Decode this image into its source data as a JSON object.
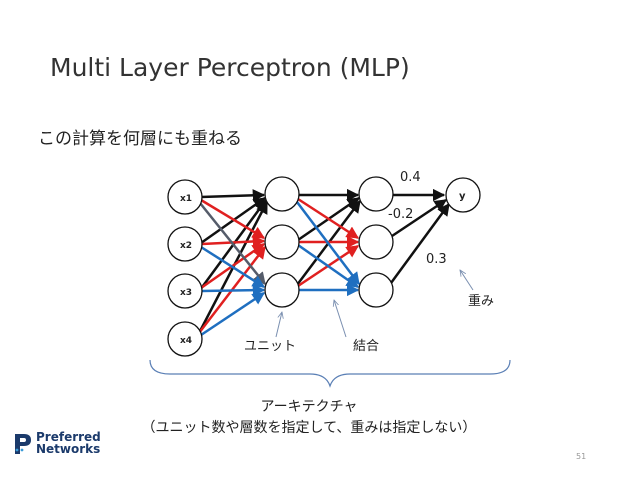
{
  "slide": {
    "title": "Multi Layer Perceptron (MLP)",
    "subtitle": "この計算を何層にも重ねる",
    "page_number": "51"
  },
  "diagram": {
    "inputs": [
      "x1",
      "x2",
      "x3",
      "x4"
    ],
    "output": "y",
    "weights_shown": [
      "0.4",
      "-0.2",
      "0.3"
    ],
    "labels": {
      "unit": "ユニット",
      "connection": "結合",
      "weight": "重み"
    },
    "colors": {
      "black": "#111111",
      "red": "#e02020",
      "blue": "#1f6fc0",
      "gray": "#555c6a"
    }
  },
  "caption": {
    "line1": "アーキテクチャ",
    "line2": "（ユニット数や層数を指定して、重みは指定しない）"
  },
  "logo": {
    "line1": "Preferred",
    "line2": "Networks"
  }
}
